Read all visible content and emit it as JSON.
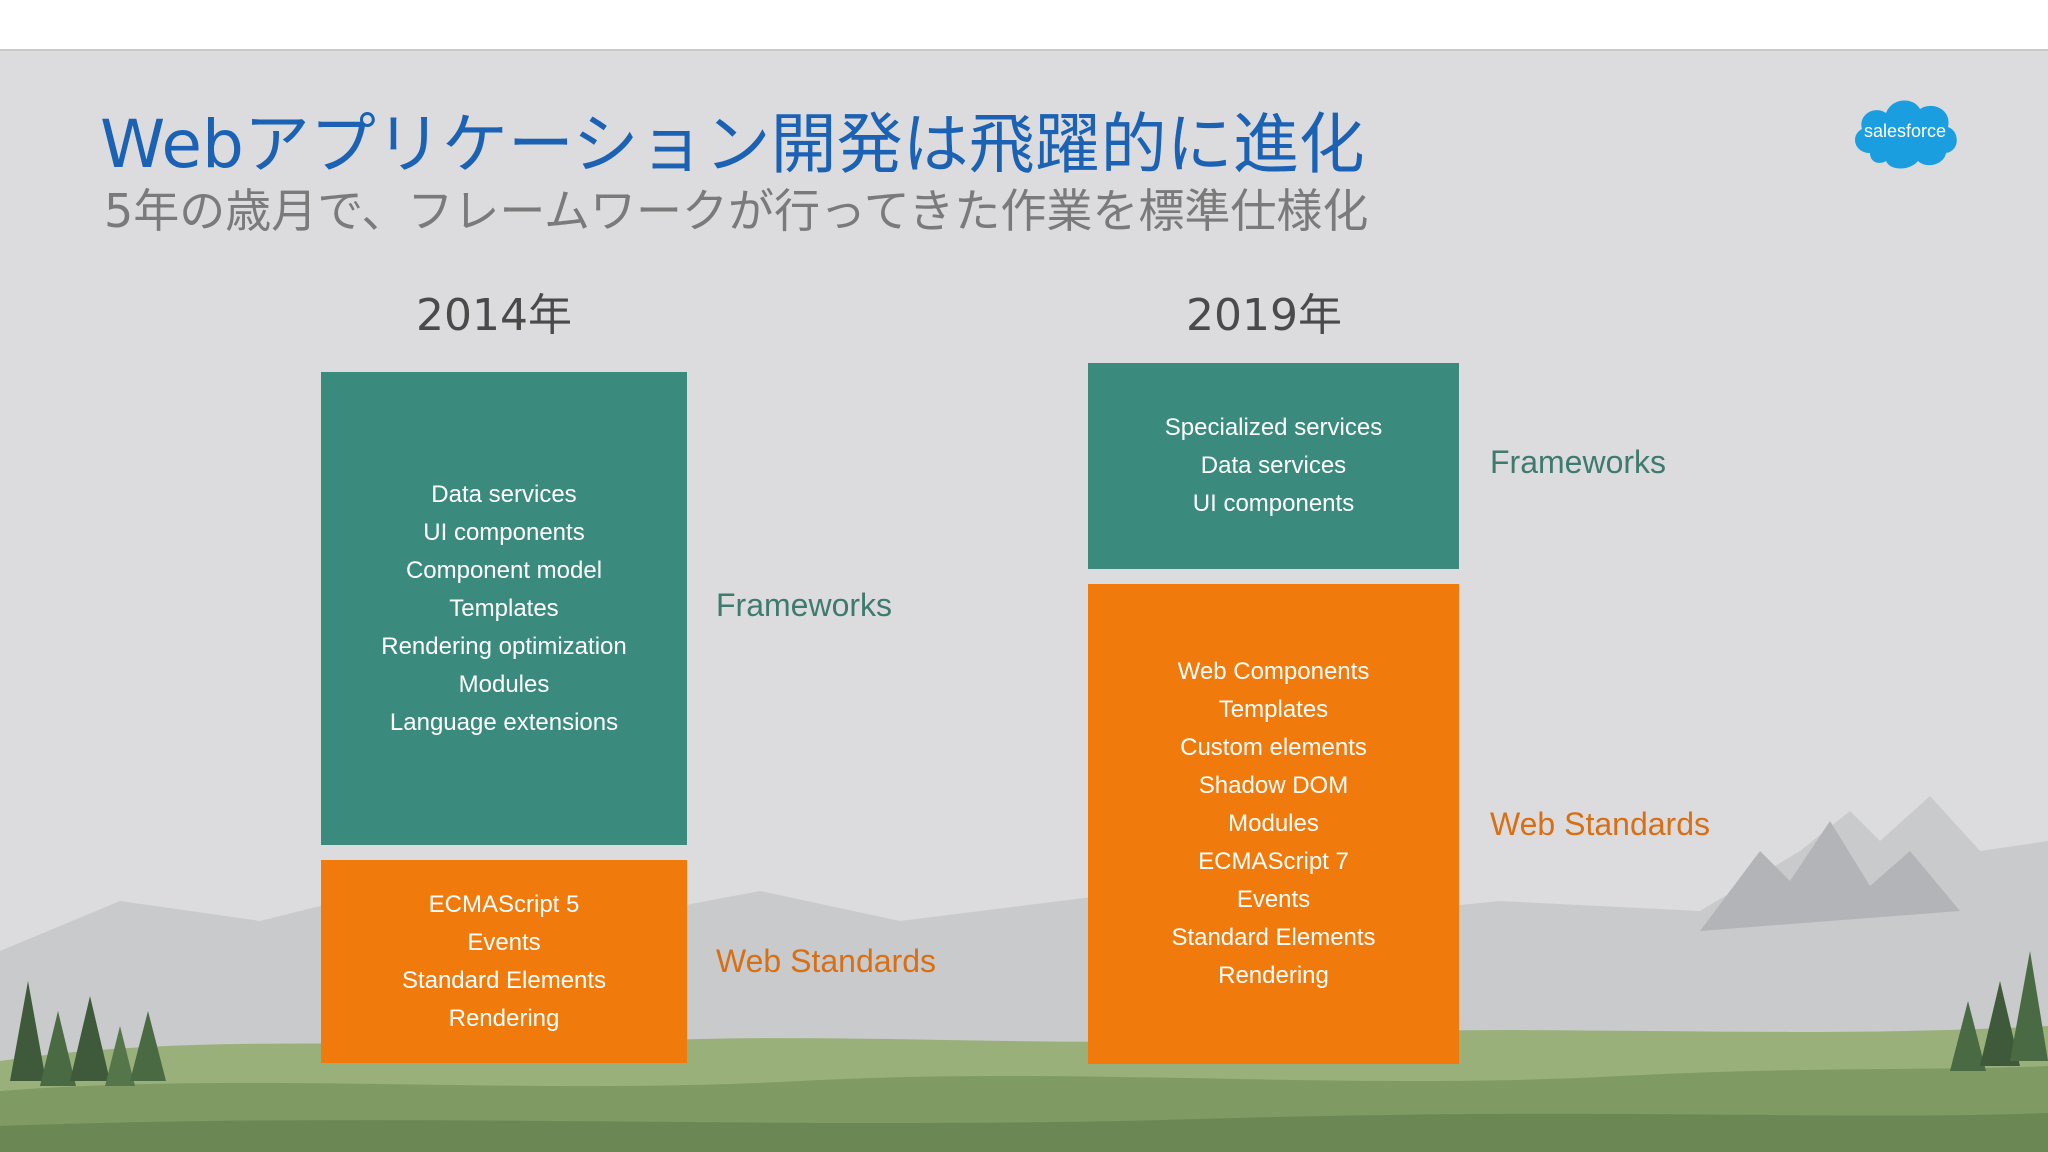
{
  "slide": {
    "title": "Webアプリケーション開発は飛躍的に進化",
    "subtitle": "5年の歳月で、フレームワークが行ってきた作業を標準仕様化",
    "logo_text": "salesforce"
  },
  "columns": [
    {
      "year": "2014年",
      "frameworks": {
        "label": "Frameworks",
        "items": [
          "Data services",
          "UI components",
          "Component model",
          "Templates",
          "Rendering optimization",
          "Modules",
          "Language extensions"
        ]
      },
      "web_standards": {
        "label": "Web Standards",
        "items": [
          "ECMAScript 5",
          "Events",
          "Standard Elements",
          "Rendering"
        ]
      }
    },
    {
      "year": "2019年",
      "frameworks": {
        "label": "Frameworks",
        "items": [
          "Specialized services",
          "Data services",
          "UI components"
        ]
      },
      "web_standards": {
        "label": "Web Standards",
        "items": [
          "Web Components",
          "Templates",
          "Custom elements",
          "Shadow DOM",
          "Modules",
          "ECMAScript 7",
          "Events",
          "Standard Elements",
          "Rendering"
        ]
      }
    }
  ],
  "colors": {
    "title": "#1b62b5",
    "frameworks_box": "#3b8a7e",
    "web_standards_box": "#f07b0c",
    "logo": "#1a9ee0"
  }
}
